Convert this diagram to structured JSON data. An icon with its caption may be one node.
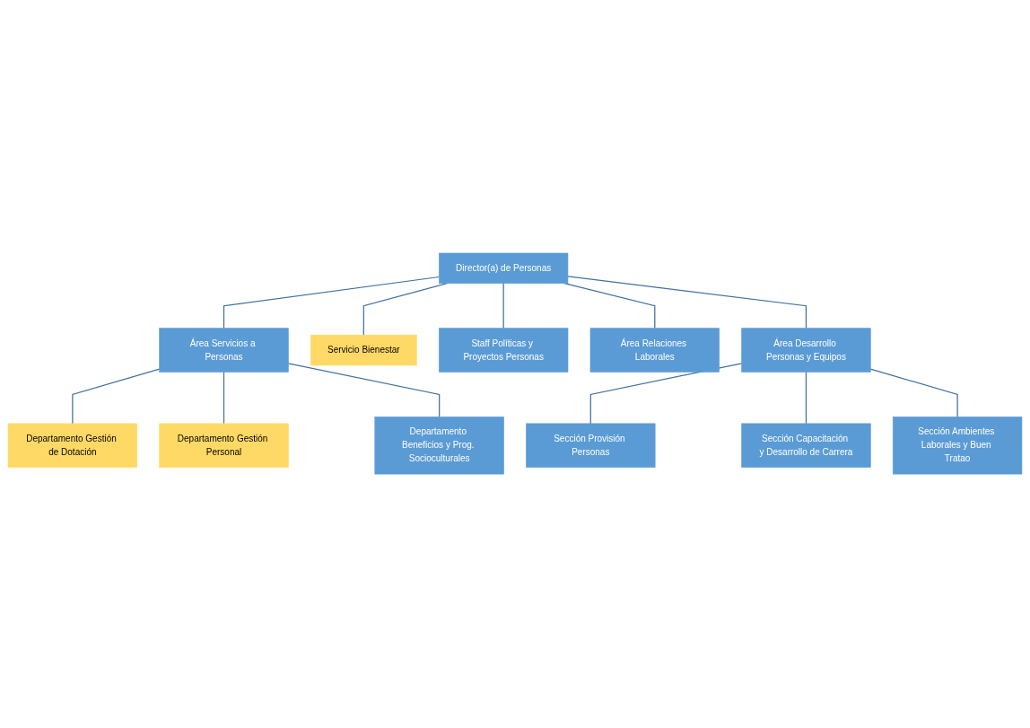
{
  "diagram": {
    "nodes": [
      {
        "text": [
          "Director(a) de Personas"
        ]
      },
      {
        "text": [
          "Servicio Bienestar"
        ]
      },
      {
        "text": [
          "Staff Políticas y Proyectos Personas"
        ]
      },
      {
        "text": [
          "Área Servicios a Personas"
        ]
      },
      {
        "text": [
          "Área Relaciones Laborales"
        ]
      },
      {
        "text": [
          "Área Desarrollo Personas y Equipos"
        ]
      },
      {
        "text": [
          "Departamento Gestión de Dotación"
        ]
      },
      {
        "text": [
          "Departamento Gestión Personal"
        ]
      },
      {
        "text": [
          "Departamento Beneficios y Prog. Socioculturales"
        ]
      },
      {
        "text": [
          "Sección Provisión Personas"
        ]
      },
      {
        "text": [
          "Sección Capacitación y Desarrollo de Carrera"
        ]
      },
      {
        "text": [
          "Sección Ambientes Laborales y Buen Tratao"
        ]
      }
    ],
    "edges": [
      {
        "from": 0,
        "to": 1,
        "arrow": "none"
      },
      {
        "from": 0,
        "to": 2,
        "arrow": "none"
      },
      {
        "from": 0,
        "to": 3,
        "arrow": "none"
      },
      {
        "from": 0,
        "to": 4,
        "arrow": "none"
      },
      {
        "from": 0,
        "to": 5,
        "arrow": "none"
      },
      {
        "from": 3,
        "to": 6,
        "arrow": "none"
      },
      {
        "from": 3,
        "to": 7,
        "arrow": "none"
      },
      {
        "from": 3,
        "to": 8,
        "arrow": "none"
      },
      {
        "from": 5,
        "to": 9,
        "arrow": "none"
      },
      {
        "from": 5,
        "to": 10,
        "arrow": "none"
      },
      {
        "from": 5,
        "to": 11,
        "arrow": "none"
      }
    ]
  }
}
